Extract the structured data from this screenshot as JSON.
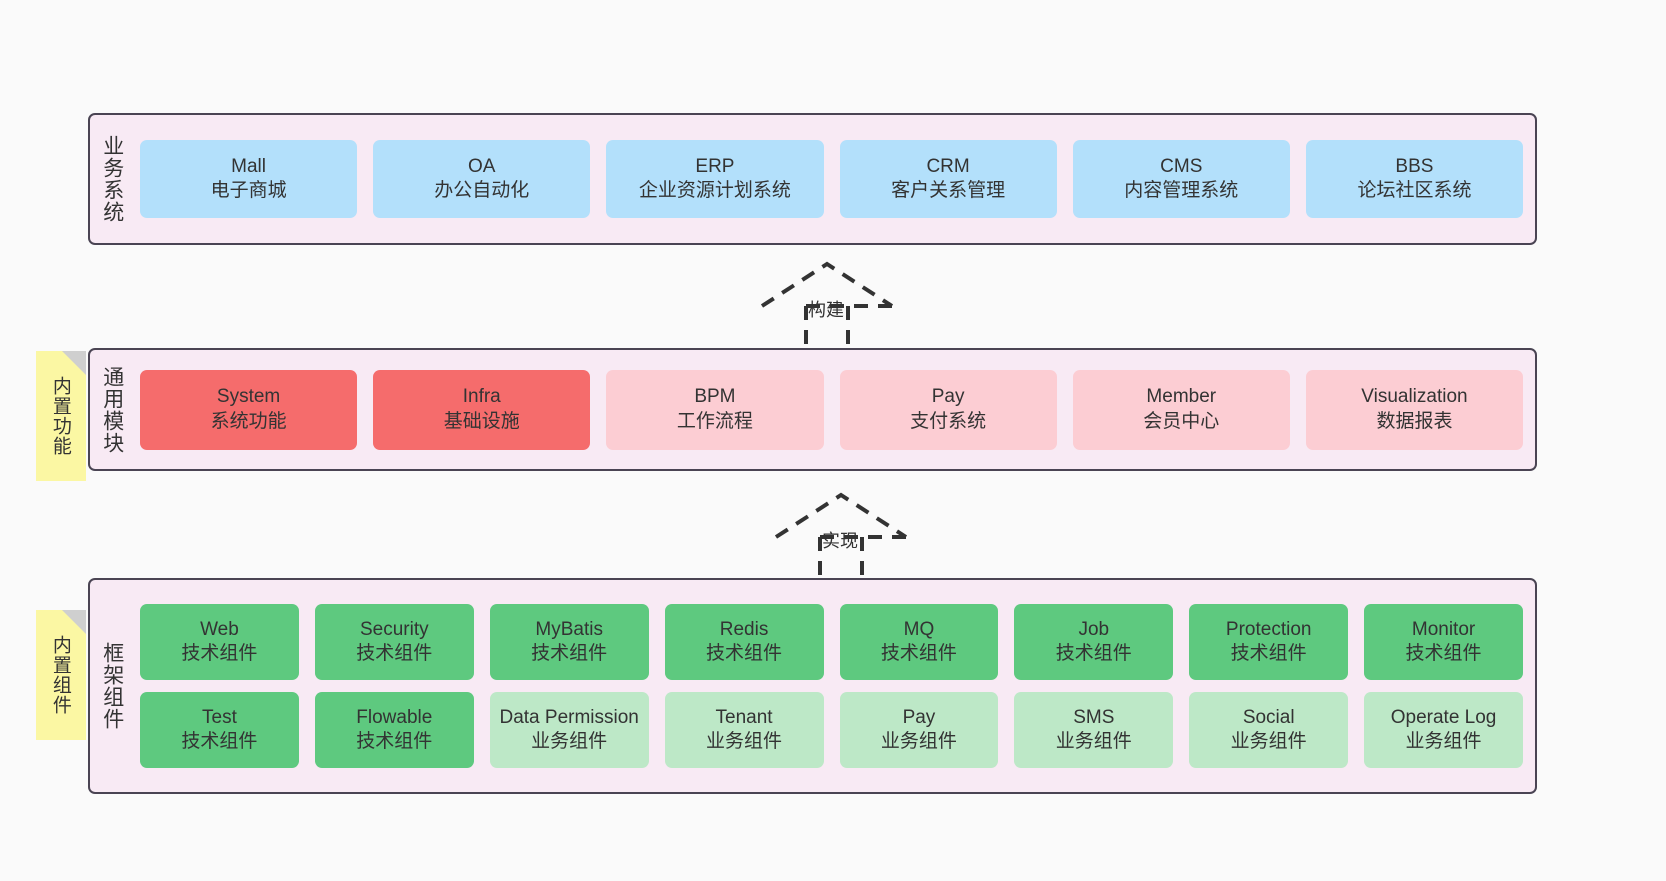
{
  "diagram": {
    "background": "#fafafa",
    "panel_bg": "#f8eaf4",
    "panel_border": "#4a4453",
    "colors": {
      "business": "#b3e0fb",
      "module_active": "#f56c6c",
      "module_plain": "#fccdd3",
      "tech_component": "#5ec97f",
      "biz_component": "#bde8c7",
      "note": "#fbf7a3"
    }
  },
  "layers": {
    "business": {
      "title": "业务系统",
      "cards": [
        {
          "name": "Mall",
          "desc": "电子商城"
        },
        {
          "name": "OA",
          "desc": "办公自动化"
        },
        {
          "name": "ERP",
          "desc": "企业资源计划系统"
        },
        {
          "name": "CRM",
          "desc": "客户关系管理"
        },
        {
          "name": "CMS",
          "desc": "内容管理系统"
        },
        {
          "name": "BBS",
          "desc": "论坛社区系统"
        }
      ]
    },
    "modules": {
      "title": "通用模块",
      "note": "内置功能",
      "cards": [
        {
          "name": "System",
          "desc": "系统功能",
          "style": "red"
        },
        {
          "name": "Infra",
          "desc": "基础设施",
          "style": "red"
        },
        {
          "name": "BPM",
          "desc": "工作流程",
          "style": "pink"
        },
        {
          "name": "Pay",
          "desc": "支付系统",
          "style": "pink"
        },
        {
          "name": "Member",
          "desc": "会员中心",
          "style": "pink"
        },
        {
          "name": "Visualization",
          "desc": "数据报表",
          "style": "pink"
        }
      ]
    },
    "framework": {
      "title": "框架组件",
      "note": "内置组件",
      "row1": [
        {
          "name": "Web",
          "desc": "技术组件",
          "style": "green"
        },
        {
          "name": "Security",
          "desc": "技术组件",
          "style": "green"
        },
        {
          "name": "MyBatis",
          "desc": "技术组件",
          "style": "green"
        },
        {
          "name": "Redis",
          "desc": "技术组件",
          "style": "green"
        },
        {
          "name": "MQ",
          "desc": "技术组件",
          "style": "green"
        },
        {
          "name": "Job",
          "desc": "技术组件",
          "style": "green"
        },
        {
          "name": "Protection",
          "desc": "技术组件",
          "style": "green"
        },
        {
          "name": "Monitor",
          "desc": "技术组件",
          "style": "green"
        }
      ],
      "row2": [
        {
          "name": "Test",
          "desc": "技术组件",
          "style": "green"
        },
        {
          "name": "Flowable",
          "desc": "技术组件",
          "style": "green"
        },
        {
          "name": "Data Permission",
          "desc": "业务组件",
          "style": "lgreen"
        },
        {
          "name": "Tenant",
          "desc": "业务组件",
          "style": "lgreen"
        },
        {
          "name": "Pay",
          "desc": "业务组件",
          "style": "lgreen"
        },
        {
          "name": "SMS",
          "desc": "业务组件",
          "style": "lgreen"
        },
        {
          "name": "Social",
          "desc": "业务组件",
          "style": "lgreen"
        },
        {
          "name": "Operate Log",
          "desc": "业务组件",
          "style": "lgreen"
        }
      ]
    }
  },
  "connectors": [
    {
      "label": "构建"
    },
    {
      "label": "实现"
    }
  ]
}
